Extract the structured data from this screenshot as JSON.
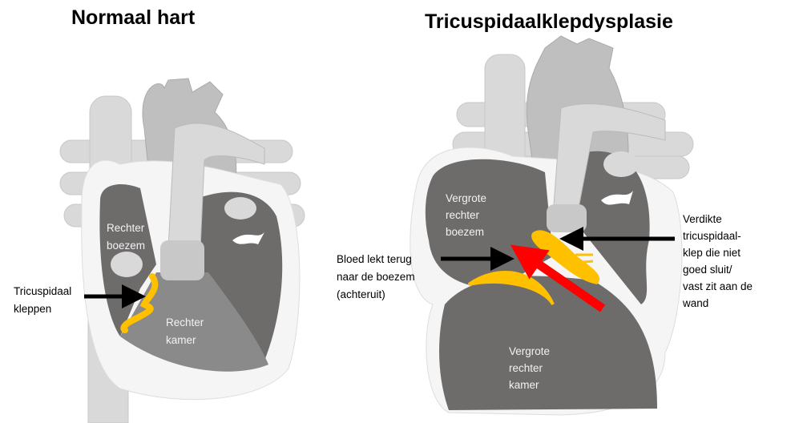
{
  "left": {
    "title": "Normaal hart",
    "labels": {
      "ra": [
        "Rechter",
        "boezem"
      ],
      "rv": [
        "Rechter",
        "kamer"
      ],
      "valve": [
        "Tricuspidaal",
        "kleppen"
      ]
    }
  },
  "right": {
    "title": "Tricuspidaalklepdysplasie",
    "labels": {
      "ra": [
        "Vergrote",
        "rechter",
        "boezem"
      ],
      "rv": [
        "Vergrote",
        "rechter",
        "kamer"
      ],
      "leak": [
        "Bloed lekt terug",
        "naar de boezem",
        "(achteruit)"
      ],
      "valve": [
        "Verdikte",
        "tricuspidaal-",
        "klep die niet",
        "goed sluit/",
        "vast zit aan de",
        "wand"
      ]
    }
  },
  "colors": {
    "dark": "#6e6b6b",
    "mid": "#8a8a8a",
    "vessel": "#d9d9d9",
    "vessel2": "#bfbfbf",
    "valve": "#ffc000",
    "arrow": "#ff0000"
  }
}
